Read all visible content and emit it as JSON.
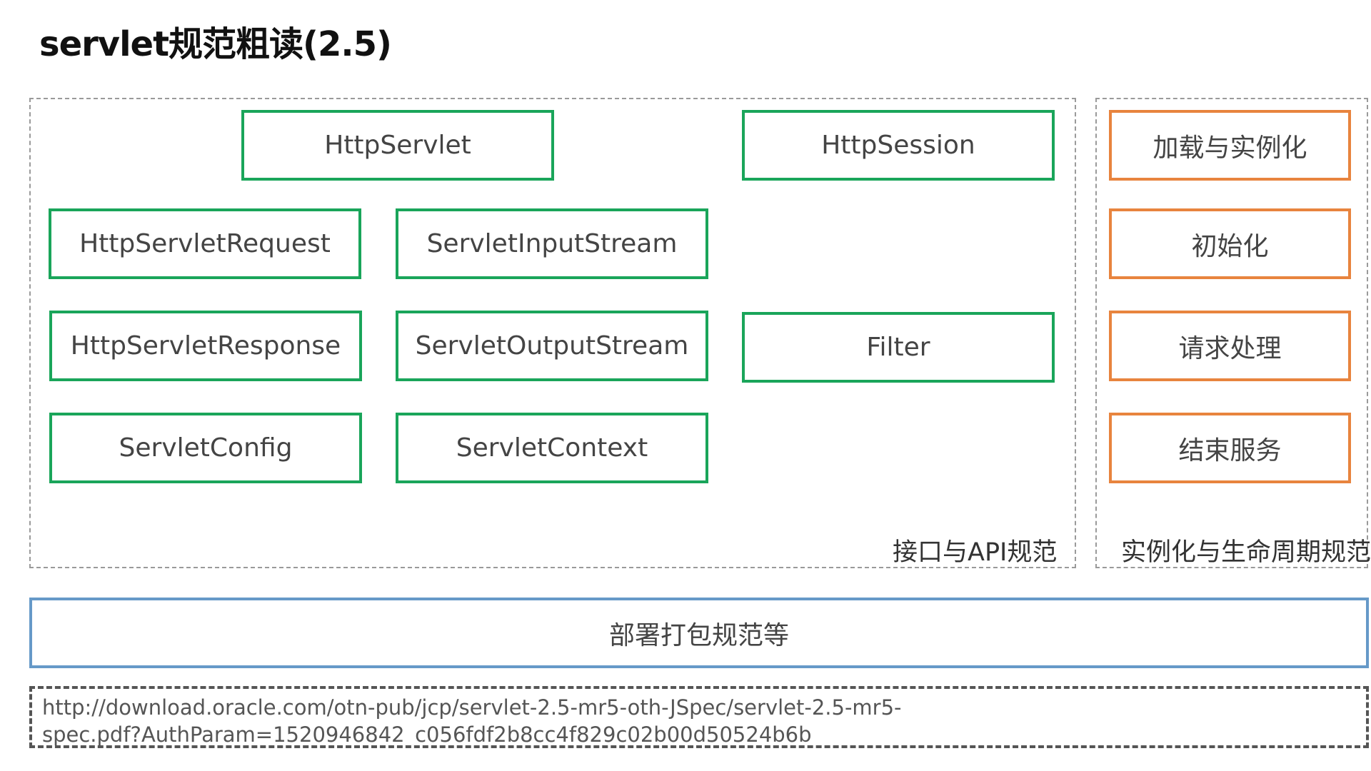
{
  "title": "servlet规范粗读(2.5)",
  "api_group": {
    "label": "接口与API规范",
    "boxes": [
      "HttpServlet",
      "HttpSession",
      "HttpServletRequest",
      "ServletInputStream",
      "HttpServletResponse",
      "ServletOutputStream",
      "Filter",
      "ServletConfig",
      "ServletContext"
    ]
  },
  "lifecycle_group": {
    "label": "实例化与生命周期规范",
    "boxes": [
      "加载与实例化",
      "初始化",
      "请求处理",
      "结束服务"
    ]
  },
  "deploy_box": "部署打包规范等",
  "reference_url": {
    "line1": "http://download.oracle.com/otn-pub/jcp/servlet-2.5-mr5-oth-JSpec/servlet-2.5-mr5-",
    "line2": "spec.pdf?AuthParam=1520946842_c056fdf2b8cc4f829c02b00d50524b6b"
  },
  "colors": {
    "api_border": "#1aa55a",
    "lifecycle_border": "#e8843e",
    "deploy_border": "#6699c8",
    "group_border": "#9a9a9a"
  }
}
